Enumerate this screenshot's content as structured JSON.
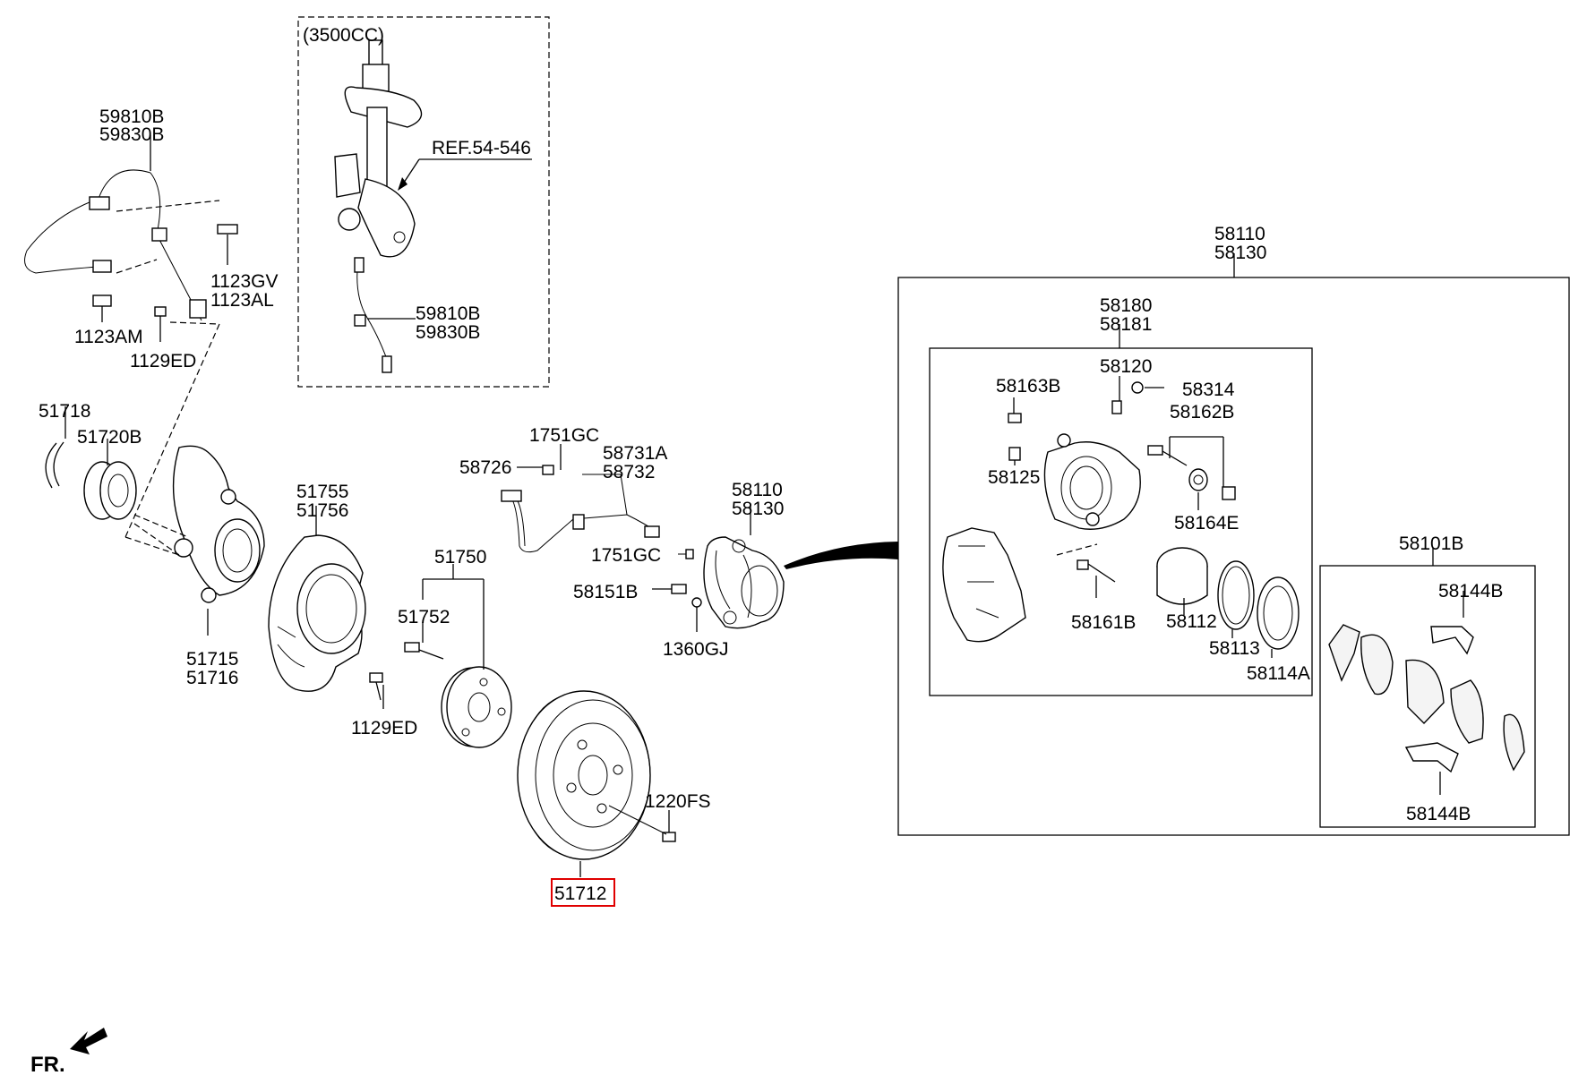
{
  "labels": {
    "engine_variant": "(3500CC)",
    "ref": "REF.54-546",
    "sensor_top_a": "59810B",
    "sensor_top_b": "59830B",
    "sensor_box_a": "59810B",
    "sensor_box_b": "59830B",
    "bolt_1123gv": "1123GV",
    "bolt_1123al": "1123AL",
    "bolt_1123am": "1123AM",
    "bolt_1129ed_top": "1129ED",
    "snap_ring": "51718",
    "bearing": "51720B",
    "knuckle_a": "51715",
    "knuckle_b": "51716",
    "dust_cover_a": "51755",
    "dust_cover_b": "51756",
    "bolt_1129ed_bottom": "1129ED",
    "hub": "51750",
    "hub_bolt": "51752",
    "clip_top": "1751GC",
    "hose_bolt": "58726",
    "hose_a": "58731A",
    "hose_b": "58732",
    "clip_bottom": "1751GC",
    "caliper_a": "58110",
    "caliper_b": "58130",
    "bleeder": "58151B",
    "nut_1360gj": "1360GJ",
    "disc_screw": "1220FS",
    "disc": "51712",
    "kit_caliper_a": "58110",
    "kit_caliper_b": "58130",
    "kit_body_a": "58180",
    "kit_body_b": "58181",
    "bleed_screw": "58120",
    "cap_58314": "58314",
    "bolt_58163b": "58163B",
    "pin_58162b": "58162B",
    "bush_58125": "58125",
    "boot_58164e": "58164E",
    "guide_58161b": "58161B",
    "piston": "58112",
    "seal": "58113",
    "boot_58114a": "58114A",
    "pad_kit": "58101B",
    "spring_top": "58144B",
    "spring_bottom": "58144B",
    "front_marker": "FR."
  },
  "highlight_color": "#e00000"
}
